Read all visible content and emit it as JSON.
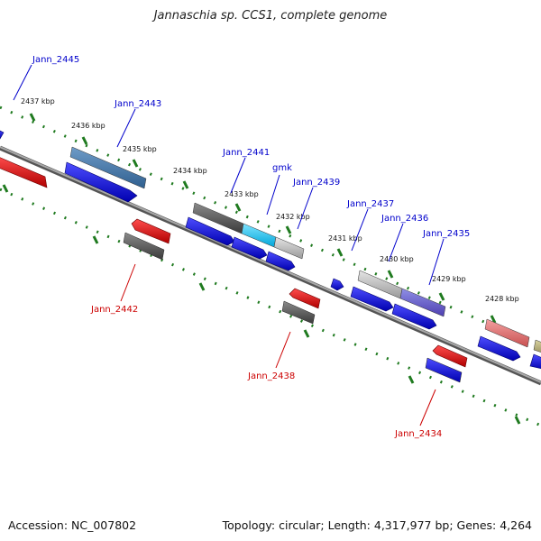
{
  "title": "Jannaschia sp. CCS1, complete genome",
  "footer": {
    "accession": "Accession: NC_007802",
    "topology": "Topology: circular; Length: 4,317,977 bp; Genes: 4,264"
  },
  "kbp_ticks": [
    "2437 kbp",
    "2436 kbp",
    "2435 kbp",
    "2434 kbp",
    "2433 kbp",
    "2432 kbp",
    "2431 kbp",
    "2430 kbp",
    "2429 kbp",
    "2428 kbp"
  ],
  "gene_labels": {
    "blue": [
      "Jann_2445",
      "Jann_2443",
      "Jann_2441",
      "gmk",
      "Jann_2439",
      "Jann_2437",
      "Jann_2436",
      "Jann_2435"
    ],
    "red": [
      "Jann_2442",
      "Jann_2438",
      "Jann_2434"
    ]
  },
  "colors": {
    "backbone": "#808080",
    "tick": "#1f7a1f",
    "gene_label_forward": "#0000cc",
    "gene_label_reverse": "#cc0000",
    "cds_forward": "#0000ee",
    "cds_reverse": "#ee0000"
  }
}
